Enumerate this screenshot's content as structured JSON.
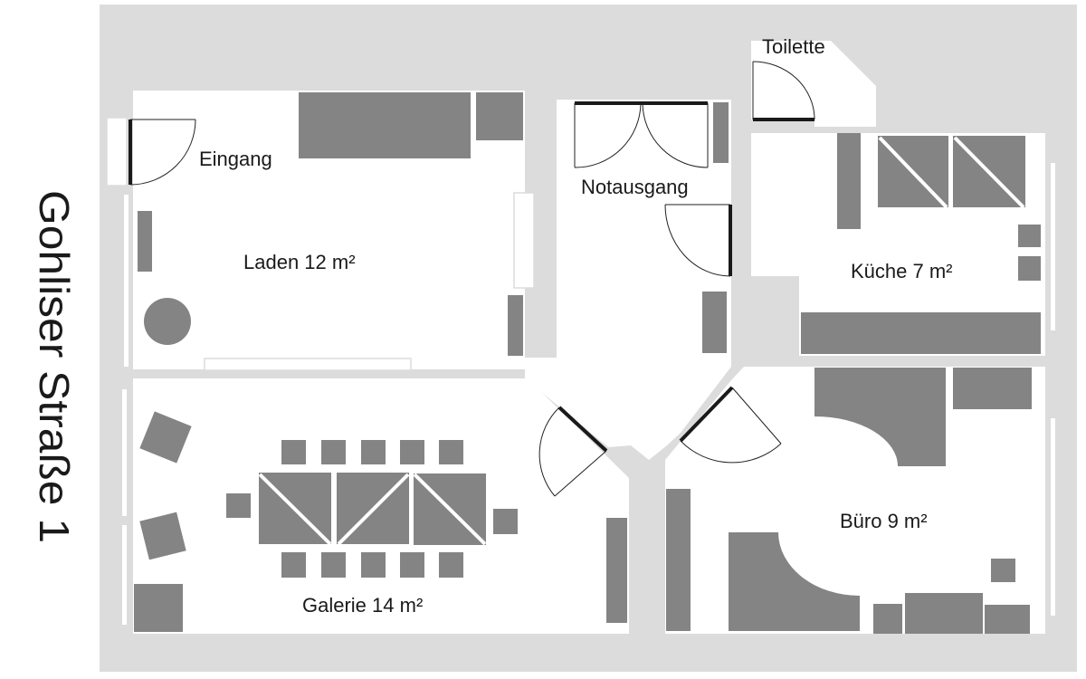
{
  "street": "Gohliser Straße 1",
  "rooms": {
    "eingang": "Eingang",
    "laden": "Laden 12 m²",
    "notausgang": "Notausgang",
    "toilette": "Toilette",
    "kueche": "Küche 7 m²",
    "galerie": "Galerie 14 m²",
    "buero": "Büro 9 m²"
  },
  "colors": {
    "wall": "#dcdcdc",
    "furniture": "#848484",
    "door": "#1a1a1a"
  }
}
